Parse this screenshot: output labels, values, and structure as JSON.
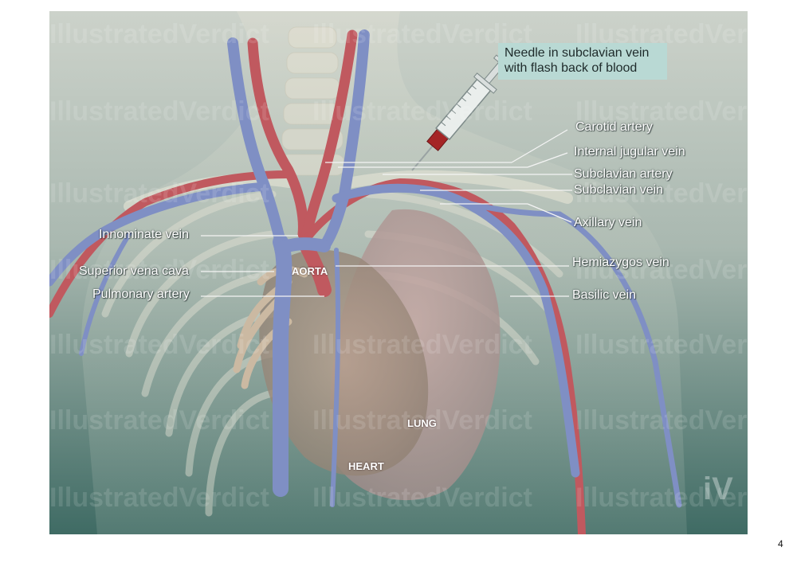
{
  "callout": {
    "line1": "Needle in subclavian vein",
    "line2": "with flash back of blood"
  },
  "labels": {
    "right": [
      "Carotid artery",
      "Internal jugular vein",
      "Subclavian artery",
      "Subclavian vein",
      "Axillary vein",
      "Hemiazygos vein",
      "Basilic vein"
    ],
    "left": [
      "Innominate vein",
      "Superior vena cava",
      "Pulmonary artery"
    ]
  },
  "organs": {
    "aorta": "AORTA",
    "lung": "LUNG",
    "heart": "HEART"
  },
  "watermark": {
    "text": "IllustratedVerdict",
    "logo": "iV"
  },
  "page_number": "4",
  "colors": {
    "vein": "#7f8fc4",
    "artery": "#c0595f",
    "callout_bg": "#b9d9d4",
    "background_top": "#c9cfc7",
    "background_bottom": "#3e6a63"
  }
}
